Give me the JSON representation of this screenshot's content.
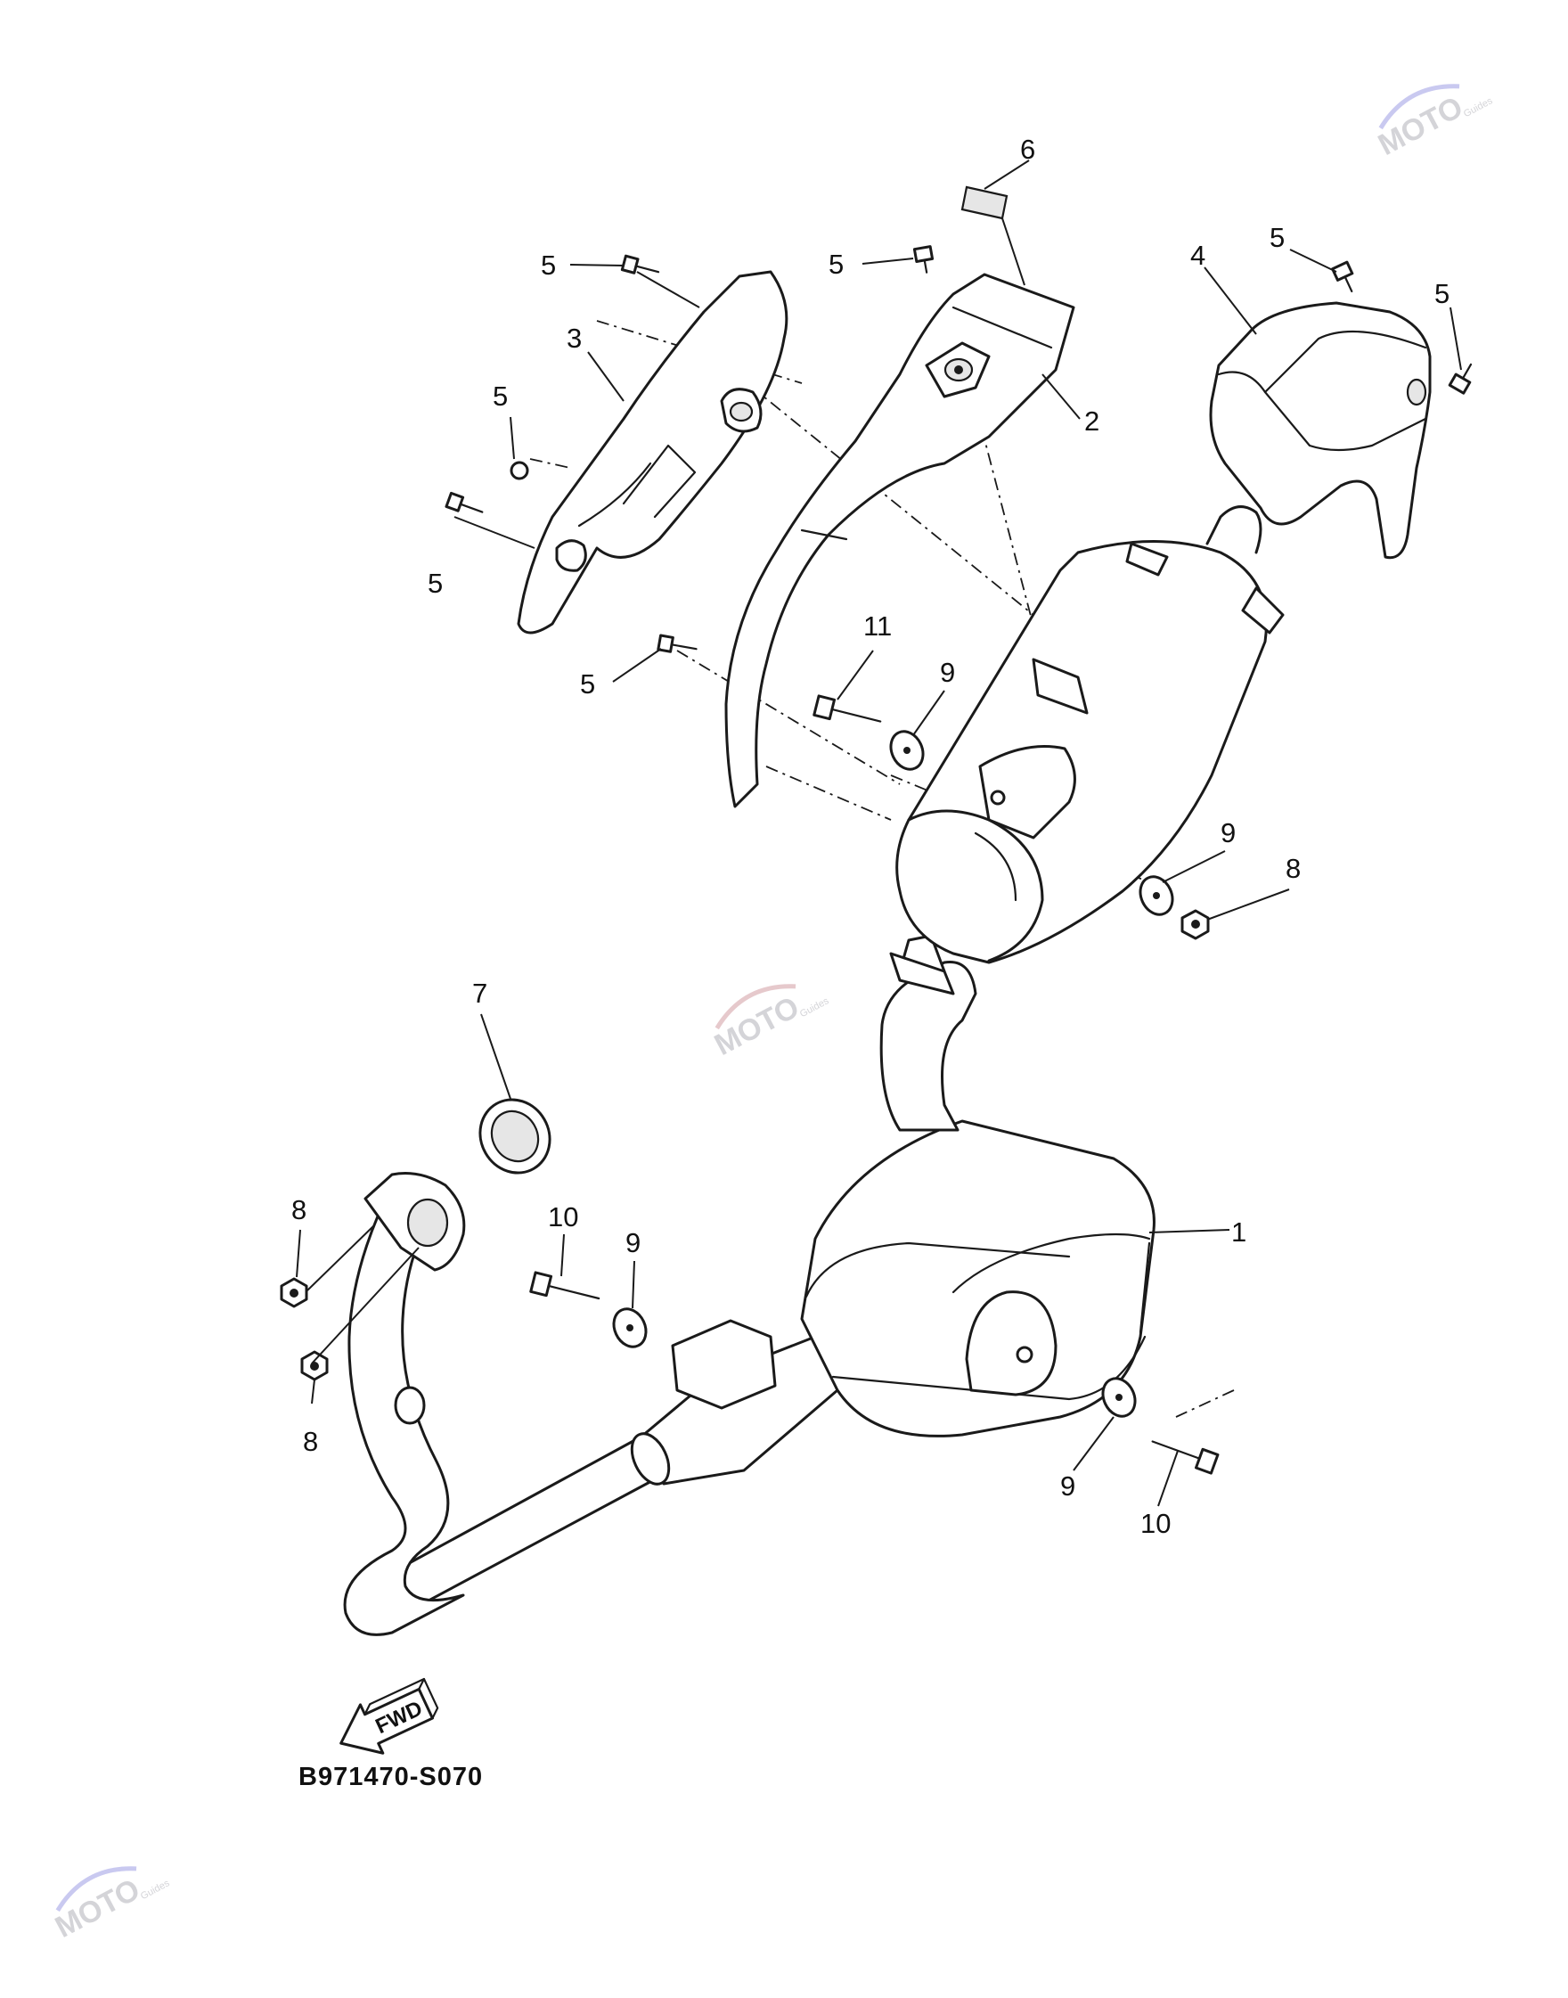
{
  "diagram": {
    "drawing_code": "B971470-S070",
    "fwd_label": "FWD",
    "watermark": {
      "brand": "MOTO",
      "sub": "Guides"
    },
    "callouts": {
      "c1": "1",
      "c2": "2",
      "c3": "3",
      "c4": "4",
      "c5a": "5",
      "c5b": "5",
      "c5c": "5",
      "c5d": "5",
      "c5e": "5",
      "c5f": "5",
      "c5g": "5",
      "c6": "6",
      "c7": "7",
      "c8a": "8",
      "c8b": "8",
      "c8c": "8",
      "c9a": "9",
      "c9b": "9",
      "c9c": "9",
      "c9d": "9",
      "c10a": "10",
      "c10b": "10",
      "c11": "11"
    }
  }
}
